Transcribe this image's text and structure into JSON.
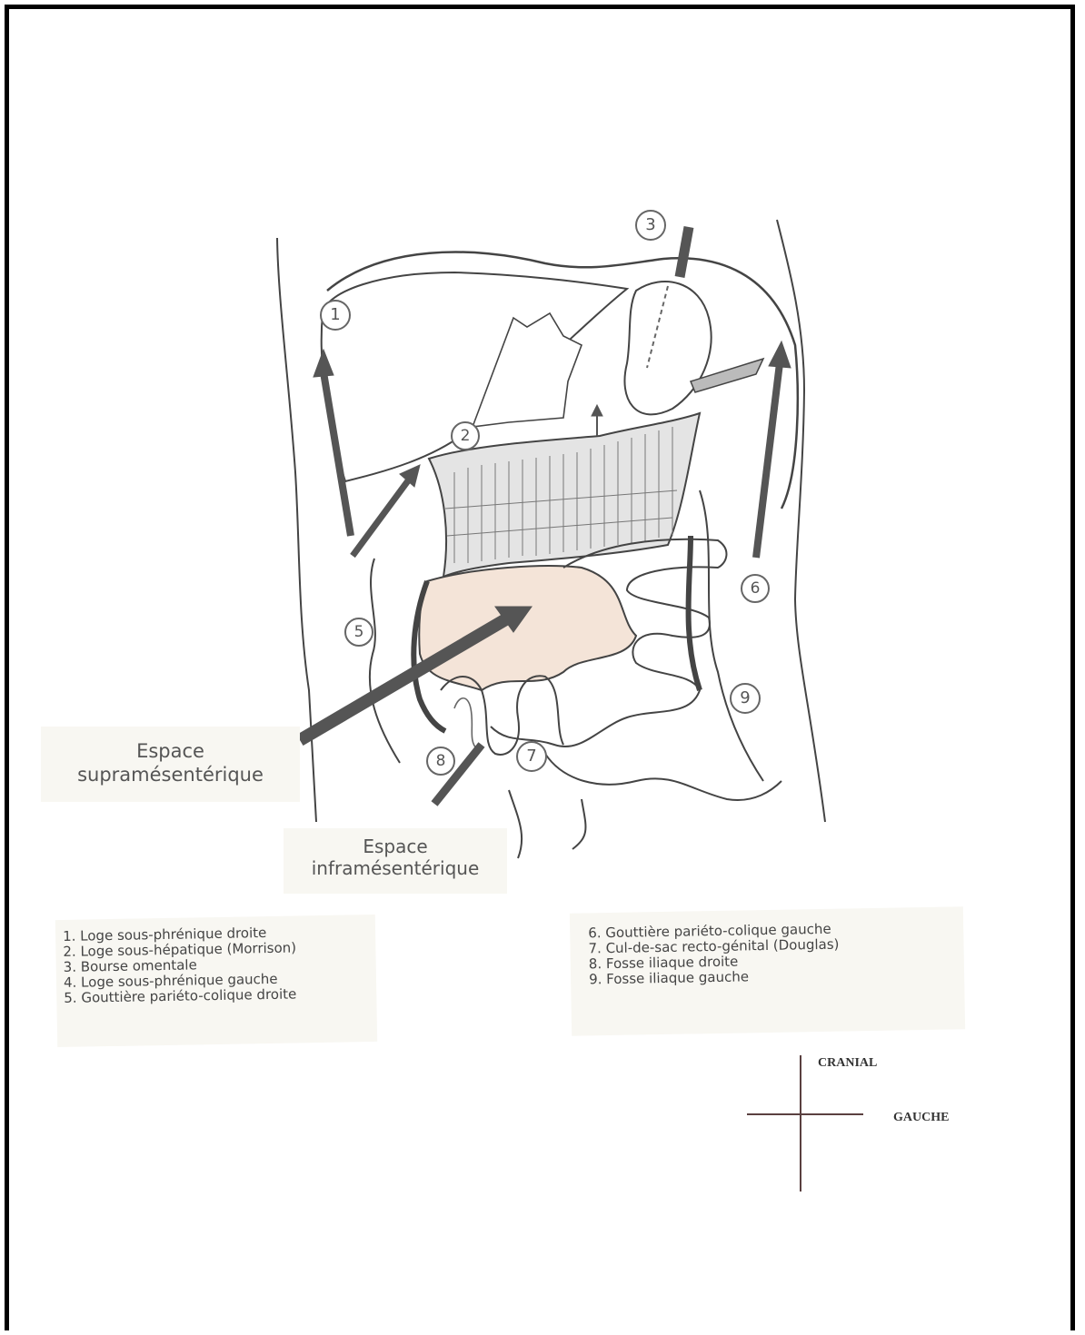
{
  "regions": {
    "supra": [
      "Espace",
      "supramésentérique"
    ],
    "infra": [
      "Espace",
      "inframésentérique"
    ]
  },
  "markers": [
    {
      "label": "1"
    },
    {
      "label": "2"
    },
    {
      "label": "3"
    },
    {
      "label": "5"
    },
    {
      "label": "6"
    },
    {
      "label": "7"
    },
    {
      "label": "8"
    },
    {
      "label": "9"
    }
  ],
  "legend_left": [
    "1. Loge sous-phrénique droite",
    "2. Loge sous-hépatique (Morrison)",
    "3. Bourse omentale",
    "4. Loge sous-phrénique gauche",
    "5. Gouttière pariéto-colique droite"
  ],
  "legend_right": [
    "6. Gouttière pariéto-colique gauche",
    "7. Cul-de-sac recto-génital (Douglas)",
    "8. Fosse iliaque droite",
    "9. Fosse iliaque gauche"
  ],
  "orientation": {
    "cranial": "CRANIAL",
    "gauche": "GAUCHE"
  },
  "colors": {
    "outline": "#444444",
    "arrow": "#555555",
    "colon_fill": "#e4e4e4",
    "mesentery_fill": "#f4e4d8",
    "cross": "#5a4040"
  }
}
